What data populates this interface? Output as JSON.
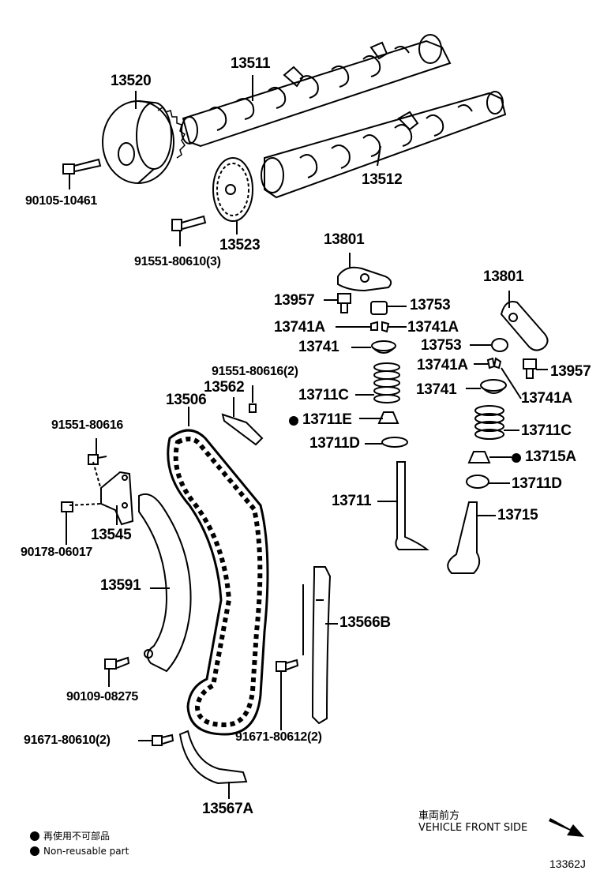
{
  "parts": {
    "p13511": "13511",
    "p13520": "13520",
    "p90105": "90105-10461",
    "p13512": "13512",
    "p13523": "13523",
    "p91551_80610": "91551-80610(3)",
    "p13801_a": "13801",
    "p13801_b": "13801",
    "p13957_a": "13957",
    "p13753_a": "13753",
    "p13741A_1": "13741A",
    "p13741A_2": "13741A",
    "p13741_a": "13741",
    "p13753_b": "13753",
    "p13741A_3": "13741A",
    "p13957_b": "13957",
    "p13741_b": "13741",
    "p13741A_4": "13741A",
    "p91551_80616_2": "91551-80616(2)",
    "p13562": "13562",
    "p13506": "13506",
    "p13711C_a": "13711C",
    "p13711E": "13711E",
    "p13711D_a": "13711D",
    "p13711C_b": "13711C",
    "p13715A": "13715A",
    "p13711D_b": "13711D",
    "p91551_80616": "91551-80616",
    "p13545": "13545",
    "p90178": "90178-06017",
    "p13711": "13711",
    "p13715": "13715",
    "p13591": "13591",
    "p13566B": "13566B",
    "p90109": "90109-08275",
    "p91671_80610": "91671-80610(2)",
    "p91671_80612": "91671-80612(2)",
    "p13567A": "13567A"
  },
  "legend": {
    "jp": "再使用不可部品",
    "en": "Non-reusable part"
  },
  "front": {
    "jp": "車両前方",
    "en": "VEHICLE FRONT SIDE"
  },
  "diagram_code": "13362J"
}
